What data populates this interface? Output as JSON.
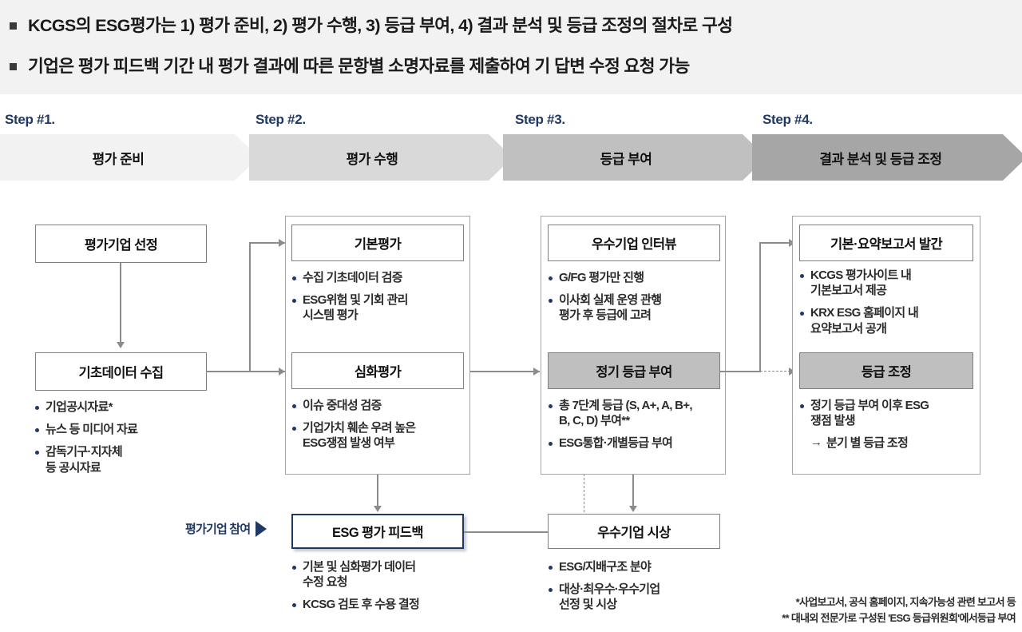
{
  "header": {
    "bullets": [
      "KCGS의 ESG평가는 1) 평가 준비, 2) 평가 수행, 3) 등급 부여, 4) 결과 분석 및 등급 조정의 절차로 구성",
      "기업은 평가 피드백 기간 내 평가 결과에 따른 문항별 소명자료를 제출하여 기 답변 수정 요청 가능"
    ]
  },
  "steps": [
    {
      "label": "Step #1.",
      "title": "평가 준비",
      "color": "#f2f2f2"
    },
    {
      "label": "Step #2.",
      "title": "평가 수행",
      "color": "#d9d9d9"
    },
    {
      "label": "Step #3.",
      "title": "등급 부여",
      "color": "#c0c0c0"
    },
    {
      "label": "Step #4.",
      "title": "결과 분석 및 등급 조정",
      "color": "#a6a6a6"
    }
  ],
  "col1": {
    "box1": "평가기업 선정",
    "box2": "기초데이터 수집",
    "bullets": [
      "기업공시자료*",
      "뉴스 등 미디어 자료",
      "감독기구·지자체\n등 공시자료"
    ]
  },
  "col2": {
    "box1": "기본평가",
    "bullets1": [
      "수집 기초데이터 검증",
      "ESG위험 및 기회 관리\n시스템 평가"
    ],
    "box2": "심화평가",
    "bullets2": [
      "이슈 중대성 검증",
      "기업가치 훼손 우려 높은\nESG쟁점 발생 여부"
    ],
    "feedback_box": "ESG 평가 피드백",
    "feedback_bullets": [
      "기본 및 심화평가 데이터\n수정 요청",
      "KCSG 검토 후 수용 결정"
    ],
    "participation_label": "평가기업 참여"
  },
  "col3": {
    "box1": "우수기업 인터뷰",
    "bullets1": [
      "G/FG 평가만 진행",
      "이사회 실제 운영 관행\n평가 후 등급에 고려"
    ],
    "box2": "정기 등급 부여",
    "bullets2": [
      "총 7단계 등급 (S, A+, A, B+,\nB, C, D) 부여**",
      "ESG통합·개별등급 부여"
    ],
    "box3": "우수기업 시상",
    "bullets3": [
      "ESG/지배구조 분야",
      "대상·최우수·우수기업\n선정 및 시상"
    ]
  },
  "col4": {
    "box1": "기본·요약보고서 발간",
    "bullets1": [
      "KCGS 평가사이트 내\n기본보고서 제공",
      "KRX ESG 홈페이지 내\n요약보고서 공개"
    ],
    "box2": "등급 조정",
    "bullets2": [
      "정기 등급 부여 이후 ESG\n쟁점 발생"
    ],
    "arrow_note": "분기 별 등급 조정",
    "arrow_glyph": "→"
  },
  "footnotes": [
    "*사업보고서, 공식 홈페이지, 지속가능성 관련 보고서 등",
    "** 대내외 전문가로 구성된 'ESG 등급위원회'에서등급 부여"
  ],
  "colors": {
    "accent_navy": "#1f3864",
    "box_border": "#808080",
    "line_grey": "#8c8c8c",
    "grey_fill": "#bfbfbf"
  }
}
